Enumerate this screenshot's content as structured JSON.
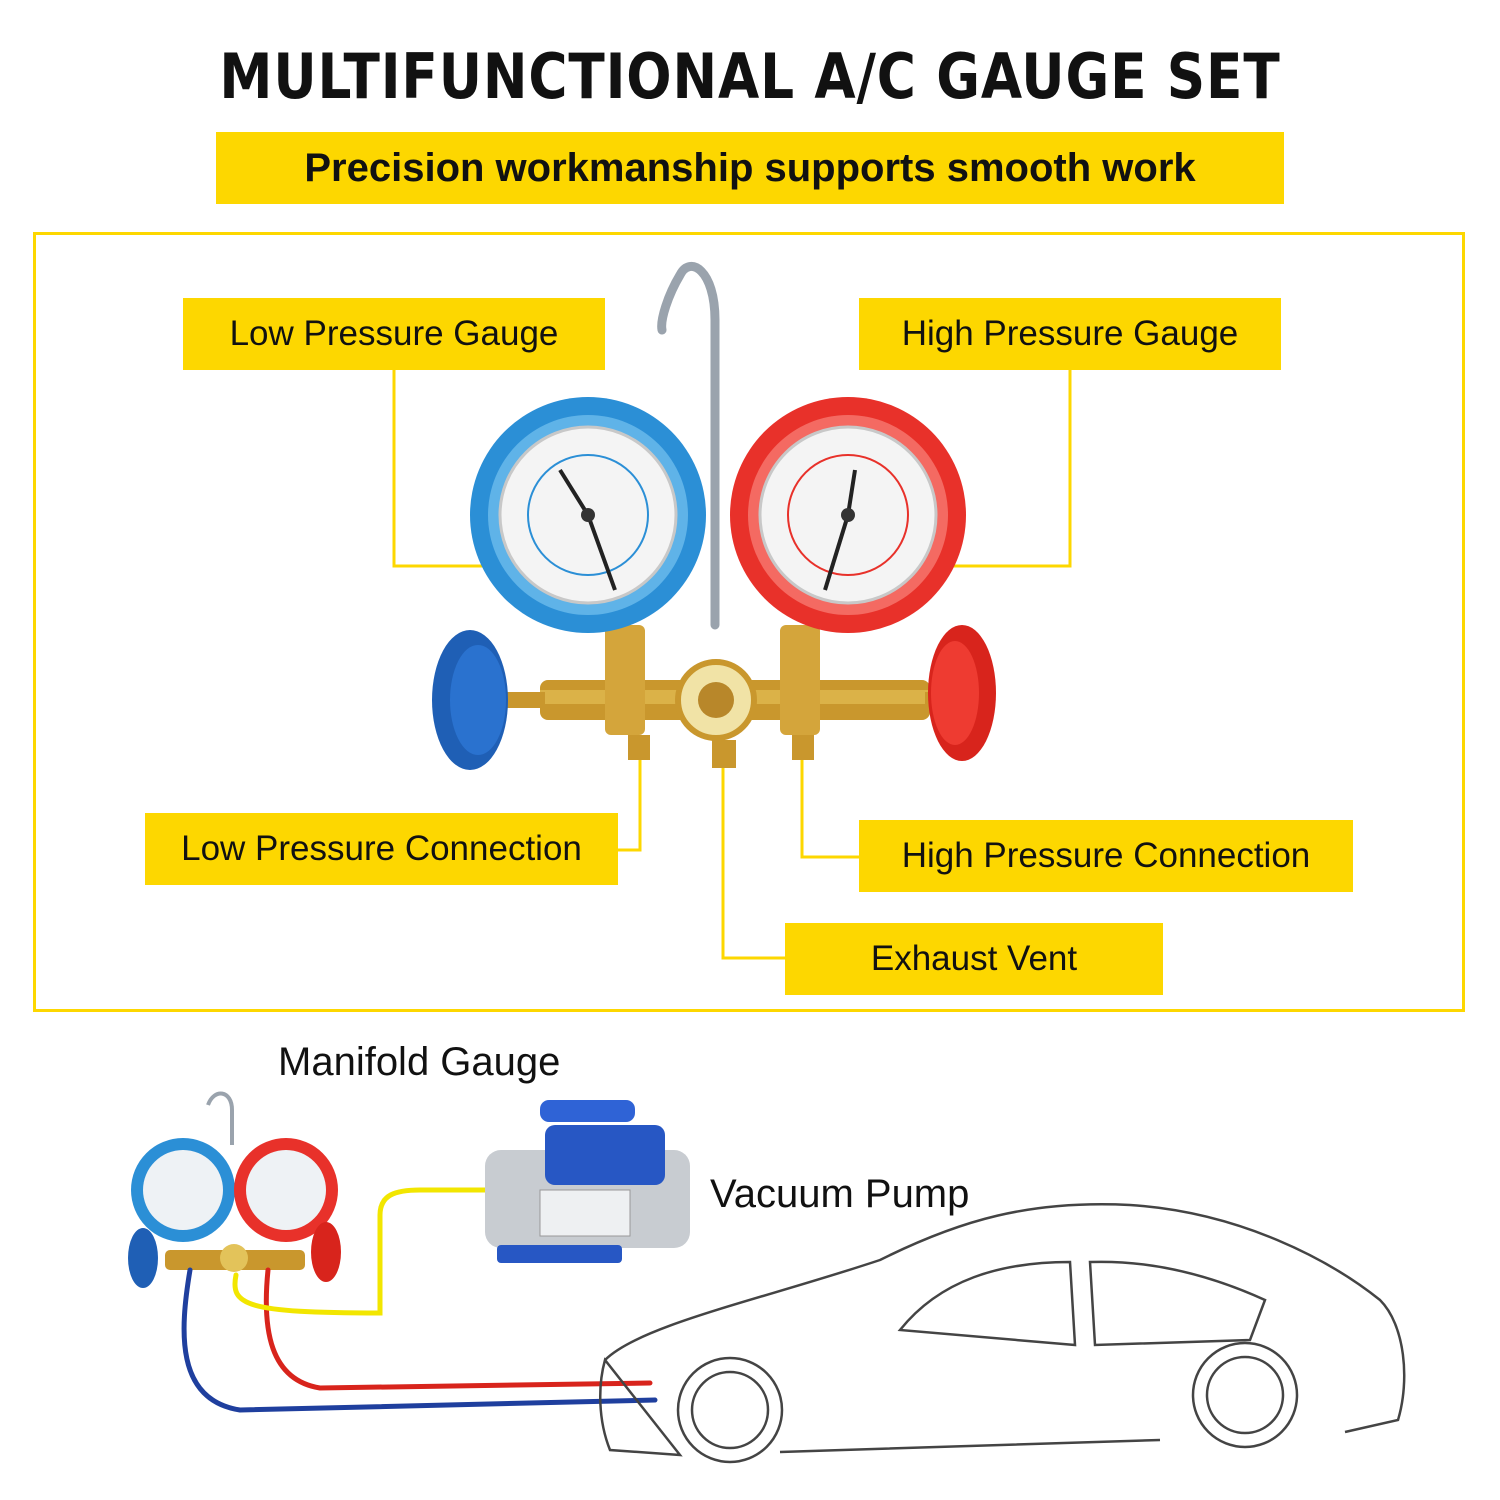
{
  "title": "MULTIFUNCTIONAL A/C GAUGE SET",
  "subtitle": "Precision workmanship supports smooth work",
  "callouts": {
    "low_gauge": "Low Pressure Gauge",
    "high_gauge": "High Pressure Gauge",
    "low_connection": "Low Pressure Connection",
    "high_connection": "High Pressure Connection",
    "exhaust_vent": "Exhaust Vent"
  },
  "diagram": {
    "manifold_label": "Manifold Gauge",
    "pump_label": "Vacuum Pump"
  },
  "colors": {
    "accent": "#fdd700",
    "low_side": "#2b8fd6",
    "high_side": "#e8312a",
    "hose_yellow": "#f2e600"
  }
}
